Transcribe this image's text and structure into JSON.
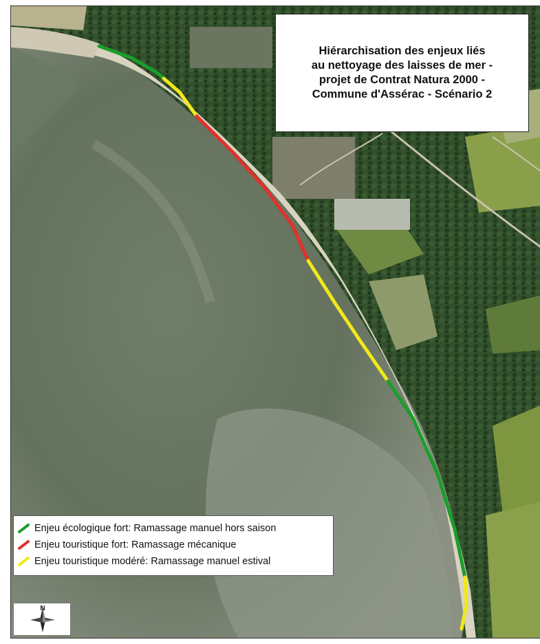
{
  "map": {
    "title_lines": [
      "Hiérarchisation des enjeux liés",
      "au nettoyage des laisses de mer -",
      "projet de Contrat Natura 2000 -",
      "Commune d'Assérac - Scénario 2"
    ],
    "legend": [
      {
        "label": "Enjeu écologique fort: Ramassage manuel hors saison",
        "color": "#1a9e2a"
      },
      {
        "label": "Enjeu touristique fort: Ramassage mécanique",
        "color": "#e0322c"
      },
      {
        "label": "Enjeu touristique modéré: Ramassage manuel estival",
        "color": "#f2e81a"
      }
    ],
    "compass_letter": "N",
    "colors": {
      "water": "#5d6e5a",
      "tidal_flat": "#8d968a",
      "sand": "#d8d2c0",
      "forest": "#2f4a2a",
      "field": "#7a8f3d"
    }
  }
}
